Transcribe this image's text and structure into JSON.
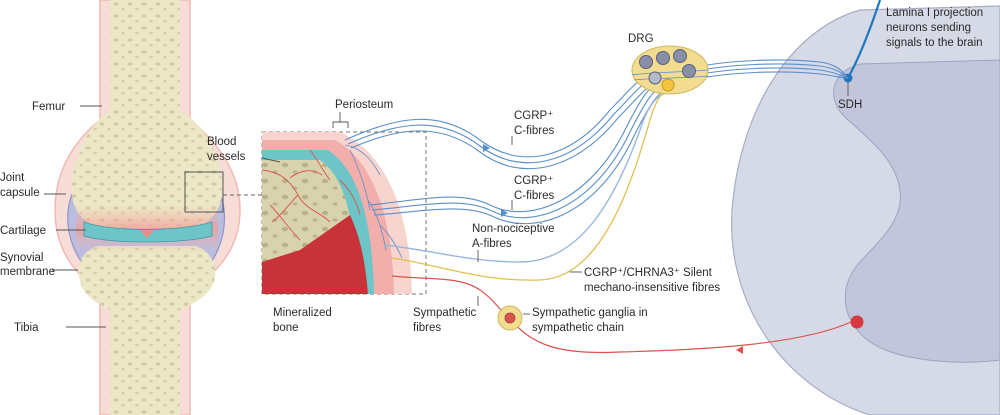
{
  "labels": {
    "femur": "Femur",
    "joint_capsule_1": "Joint",
    "joint_capsule_2": "capsule",
    "cartilage": "Cartilage",
    "synovial_1": "Synovial",
    "synovial_2": "membrane",
    "tibia": "Tibia",
    "blood_vessels_1": "Blood",
    "blood_vessels_2": "vessels",
    "periosteum": "Periosteum",
    "mineralized_1": "Mineralized",
    "mineralized_2": "bone",
    "cgrp_c_1a": "CGRP⁺",
    "cgrp_c_1b": "C-fibres",
    "cgrp_c_2a": "CGRP⁺",
    "cgrp_c_2b": "C-fibres",
    "non_noci_1": "Non-nociceptive",
    "non_noci_2": "A-fibres",
    "silent_1": "CGRP⁺/CHRNA3⁺ Silent",
    "silent_2": "mechano-insensitive fibres",
    "sympathetic_1": "Sympathetic",
    "sympathetic_2": "fibres",
    "ganglia_1": "Sympathetic ganglia in",
    "ganglia_2": "sympathetic chain",
    "drg": "DRG",
    "sdh": "SDH",
    "lamina_1": "Lamina I projection",
    "lamina_2": "neurons sending",
    "lamina_3": "signals to the brain"
  },
  "colors": {
    "bone": "#ece7c6",
    "bone_pores": "#c8c198",
    "skin_pink": "#f6c9c4",
    "cartilage_teal": "#6ec5c8",
    "synovial_lilac": "#b9bde0",
    "sensory_blue": "#5b8fcb",
    "nonnoci_blue": "#9bb7dc",
    "silent_yellow": "#e2bf55",
    "sympathetic_red": "#d9534f",
    "marrow_red": "#c8333a",
    "spinal_gray": "#d6d9e6",
    "grey_matter": "#c3c6da",
    "projection_blue": "#1f78c1"
  }
}
